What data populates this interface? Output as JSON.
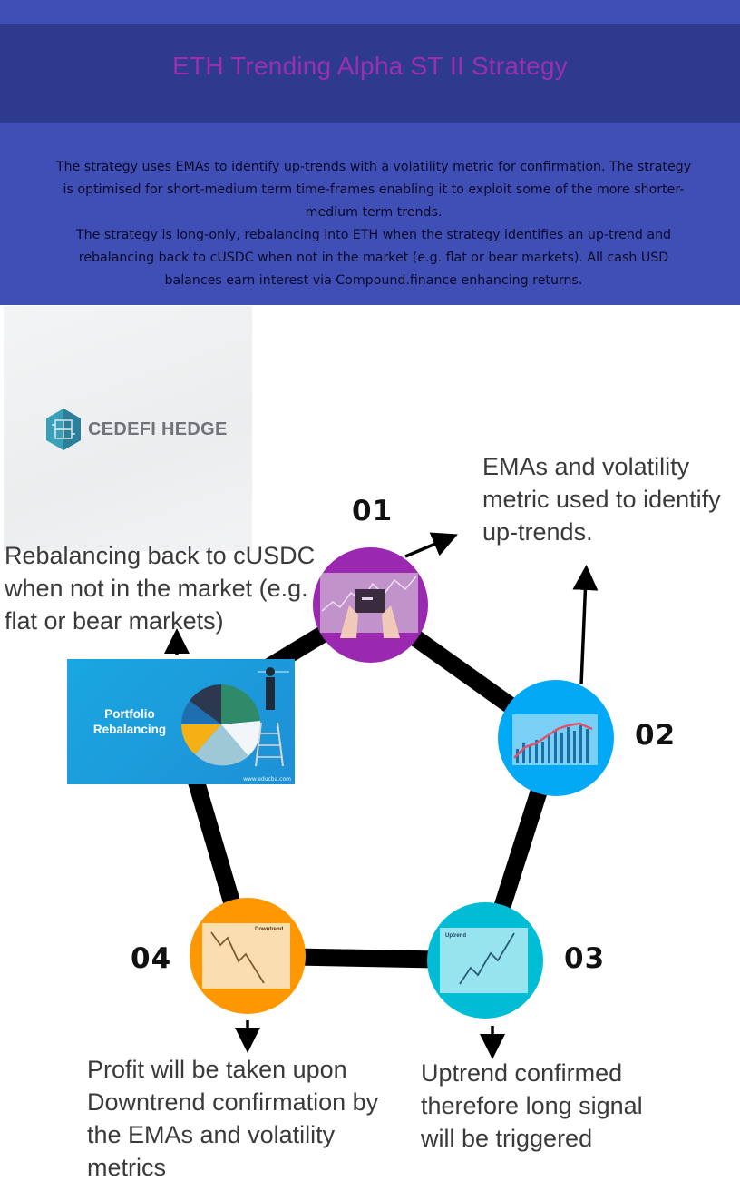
{
  "header": {
    "title": "ETH Trending Alpha ST II Strategy",
    "description": [
      "The strategy uses EMAs to identify up-trends with a volatility metric for confirmation. The strategy is optimised for short-medium term time-frames enabling it to exploit some of the more shorter-medium term trends.",
      "The strategy is long-only, rebalancing into ETH when the strategy identifies an up-trend and rebalancing back to cUSDC when not in the market (e.g. flat or bear markets). All cash USD balances earn interest via Compound.finance enhancing returns."
    ]
  },
  "logo": {
    "text": "CEDEFI HEDGE"
  },
  "steps": [
    {
      "number": "01",
      "caption": "EMAs and volatility metric used to identify up-trends.",
      "color": "#9b28b0"
    },
    {
      "number": "02",
      "caption": "",
      "color": "#03a9f4"
    },
    {
      "number": "03",
      "caption": "Uptrend confirmed therefore long signal will be triggered",
      "color": "#00bcd4",
      "image_label": "Uptrend"
    },
    {
      "number": "04",
      "caption": "Profit will be taken upon Downtrend confirmation by the EMAs and volatility metrics",
      "color": "#ff9800",
      "image_label": "Downtrend"
    }
  ],
  "rebalance": {
    "caption": "Rebalancing back to cUSDC when not in the market (e.g. flat or bear markets)",
    "image_label_1": "Portfolio",
    "image_label_2": "Rebalancing",
    "image_source": "www.educba.com"
  },
  "colors": {
    "header_band": "#2e3a8e",
    "body_band": "#3f4fb6",
    "title_text": "#9b2fb0",
    "edge": "#000000"
  }
}
